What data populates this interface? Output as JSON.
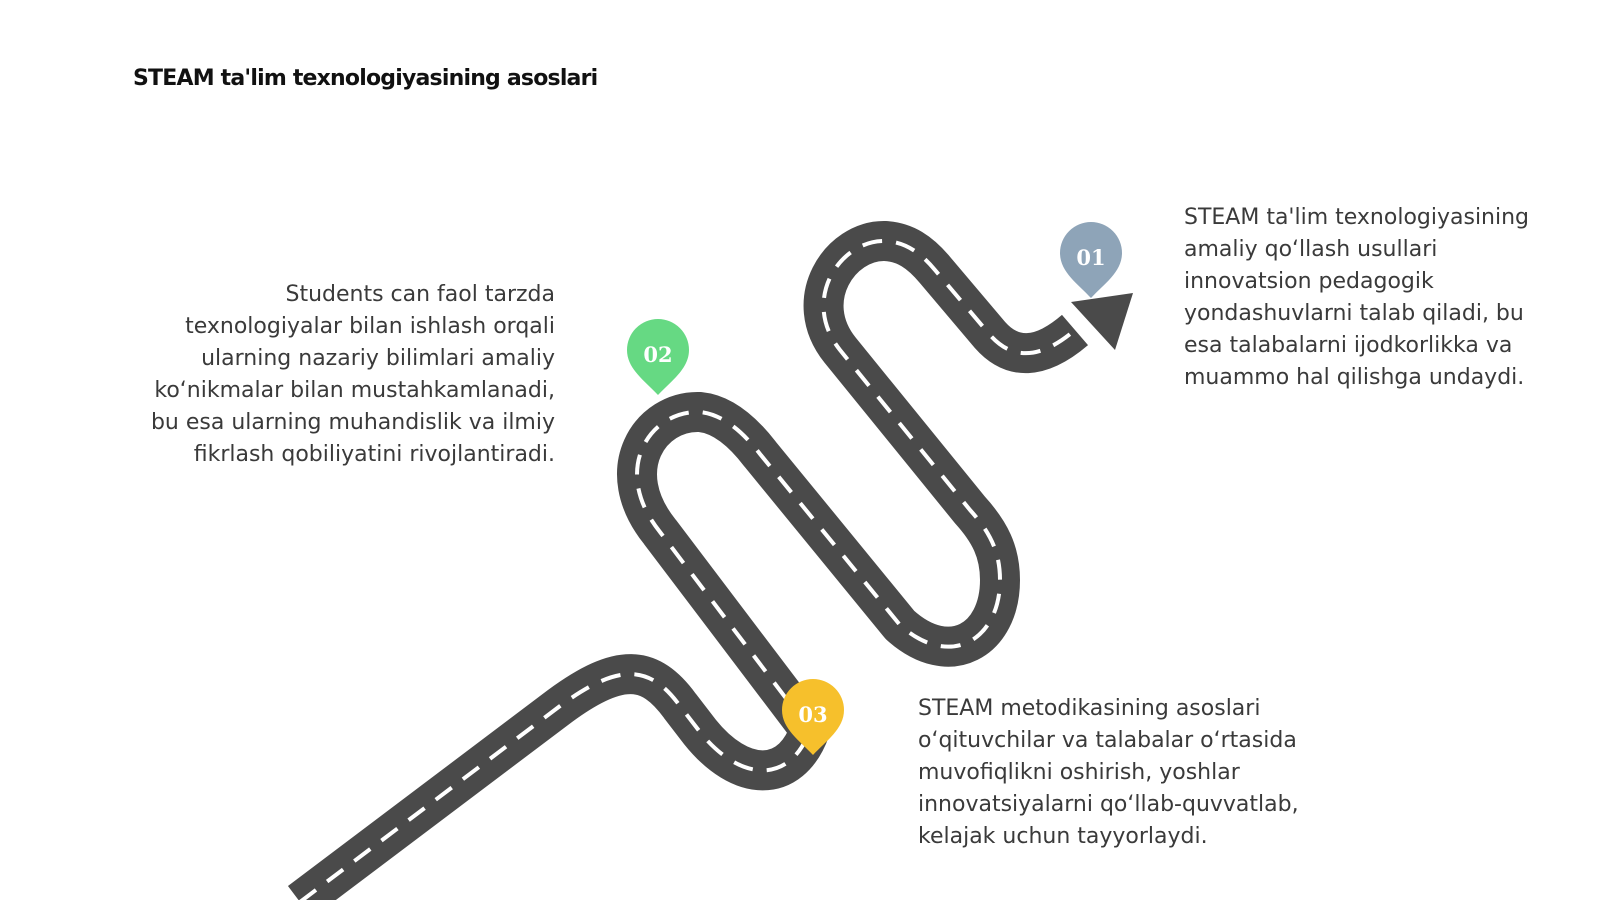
{
  "title": "STEAM ta'lim texnologiyasining asoslari",
  "milestones": [
    {
      "number": "01",
      "color": "#8ea4b8",
      "text": "STEAM ta'lim texnologiyasining\namaliy qo‘llash usullari\ninnovatsion pedagogik\nyondashuvlarni talab qiladi, bu\nesa talabalarni ijodkorlikka va\nmuammo hal qilishga undaydi."
    },
    {
      "number": "02",
      "color": "#66d983",
      "text": "Students can faol tarzda\ntexnologiyalar bilan ishlash orqali\nularning nazariy bilimlari amaliy\nko‘nikmalar bilan mustahkamlanadi,\nbu esa ularning muhandislik va ilmiy\nfikrlash qobiliyatini rivojlantiradi."
    },
    {
      "number": "03",
      "color": "#f6c02c",
      "text": "STEAM metodikasining asoslari\no‘qituvchilar va talabalar o‘rtasida\nmuvofiqlikni oshirish, yoshlar\ninnovatsiyalarni qo‘llab-quvvatlab,\nkelajak uchun tayyorlaydi."
    }
  ],
  "colors": {
    "road": "#4a4a4a",
    "lane": "#ffffff"
  }
}
